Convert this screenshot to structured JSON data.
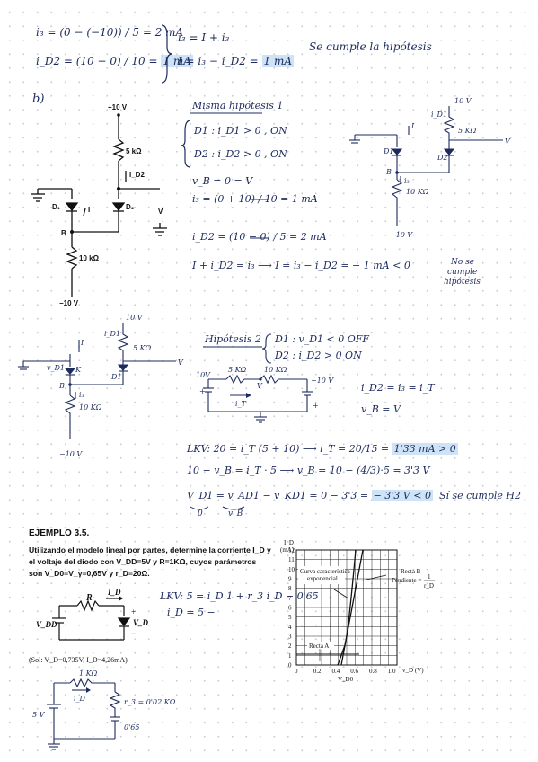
{
  "top": {
    "eq1": "i₃ = (0 − (−10)) / 5 = 2 mA",
    "eq2_left": "i_D2 = (10 − 0) / 10 =",
    "eq2_val": "1 mA",
    "eq3": "i₃ = I + i₃",
    "eq4_left": "I = i₃ − i_D2 =",
    "eq4_val": "1 mA",
    "note": "Se cumple la hipótesis"
  },
  "partb": {
    "label": "b)",
    "circuit": {
      "v_top": "+10 V",
      "r1": "5 kΩ",
      "id2": "I_D2",
      "d1": "D₁",
      "d2": "D₂",
      "i": "I",
      "v": "V",
      "node_b": "B",
      "r2": "10 kΩ",
      "v_bot": "−10 V"
    },
    "title": "Misma hipótesis 1",
    "h1": "D1 : i_D1 > 0 , ON",
    "h2": "D2 : i_D2 > 0 , ON",
    "l1": "v_B = 0 = V",
    "l2": "i₃ = (0 + 10) / 10 = 1 mA",
    "l3": "i_D2 = (10 − 0) / 5 = 2 mA",
    "l4": "I + i_D2 = i₃ ⟶ I = i₃ − i_D2 = − 1 mA < 0",
    "no_cumple": [
      "No se",
      "cumple",
      "hipótesis"
    ],
    "sk": {
      "v_top": "10 V",
      "i": "I",
      "id1": "i_D1",
      "r1": "5 KΩ",
      "v": "V",
      "d1": "D1",
      "d2": "D2",
      "b": "B",
      "i3": "i₃",
      "r2": "10 KΩ",
      "v_bot": "−10 V"
    }
  },
  "hyp2": {
    "sk": {
      "v_top": "10 V",
      "id1": "i_D1",
      "i": "I",
      "r1": "5 KΩ",
      "v": "V",
      "vd1": "v_D1",
      "k": "K",
      "d1": "D1",
      "b": "B",
      "i3": "i₃",
      "r2": "10 KΩ",
      "v_bot": "−10 V"
    },
    "title": "Hipótesis 2",
    "h1": "D1 : v_D1 < 0   OFF",
    "h2": "D2 : i_D2 > 0   ON",
    "series": {
      "v_left": "10V",
      "r1": "5 KΩ",
      "r2": "10 KΩ",
      "v_right": "−10 V",
      "node_v": "V",
      "it": "i_T",
      "plus": "+"
    },
    "r1": "i_D2 = i₃ = i_T",
    "r2": "v_B = V",
    "lkv": "LKV: 20 = i_T (5 + 10) ⟶ i_T = 20/15 =",
    "lkv_val": "1'33 mA > 0",
    "l2": "10 − v_B = i_T · 5 ⟶ v_B = 10 − (4/3)·5 = 3'3 V",
    "l3a": "V_D1 = v_AD1 − v_KD1 = 0 − 3'3 =",
    "l3val": "− 3'3 V < 0",
    "l3b": "Sí se cumple H2",
    "under": [
      "0",
      "v_B"
    ]
  },
  "example": {
    "title": "EJEMPLO 3.5.",
    "para": "Utilizando el modelo lineal por partes, determine la corriente I_D y el voltaje del diodo con V_DD=5V y R=1KΩ, cuyos parámetros son V_D0=V_γ=0,65V y r_D=20Ω.",
    "para_lines": [
      "Utilizando el modelo lineal por partes, determine la corriente I",
      "y el voltaje del diodo con V",
      "=5V y R=1KΩ, cuyos parámetros",
      "son V",
      "=V",
      "=0,65V y r",
      "=20Ω."
    ],
    "circuit": {
      "r": "R",
      "id": "I_D",
      "vdd": "V_DD",
      "vd": "V_D",
      "plus": "+",
      "minus": "−"
    },
    "sol": "(Sol: V_D=0,735V, I_D=4,26mA)",
    "lkv": "LKV: 5 = i_D 1 + r_3 i_D − 0'65",
    "lkv2": "i_D = 5 −",
    "bottom": {
      "r": "1 KΩ",
      "id": "i_D",
      "v": "5 V",
      "rd": "r_3 = 0'02 KΩ",
      "vd": "0'65"
    }
  },
  "graph": {
    "ylabel": "I_D",
    "yunit": "(mA)",
    "yticks": [
      "12",
      "11",
      "10",
      "9",
      "8",
      "7",
      "6",
      "5",
      "4",
      "3",
      "2",
      "1",
      "0"
    ],
    "xticks": [
      "0",
      "0.2",
      "0.4",
      "0.6",
      "0.8",
      "1.0"
    ],
    "xlabel": "v_D (V)",
    "vd0": "V_D0",
    "curve_label": [
      "Curva característica",
      "exponencial"
    ],
    "rectab": "Recta B",
    "pendiente": "Pendiente =",
    "frac_num": "1",
    "frac_den": "r_D",
    "rectaa": "Recta A"
  },
  "colors": {
    "ink": "#1d2b5e",
    "highlight": "#cfe3f7",
    "print": "#111111",
    "dots": "#c9ced6"
  }
}
